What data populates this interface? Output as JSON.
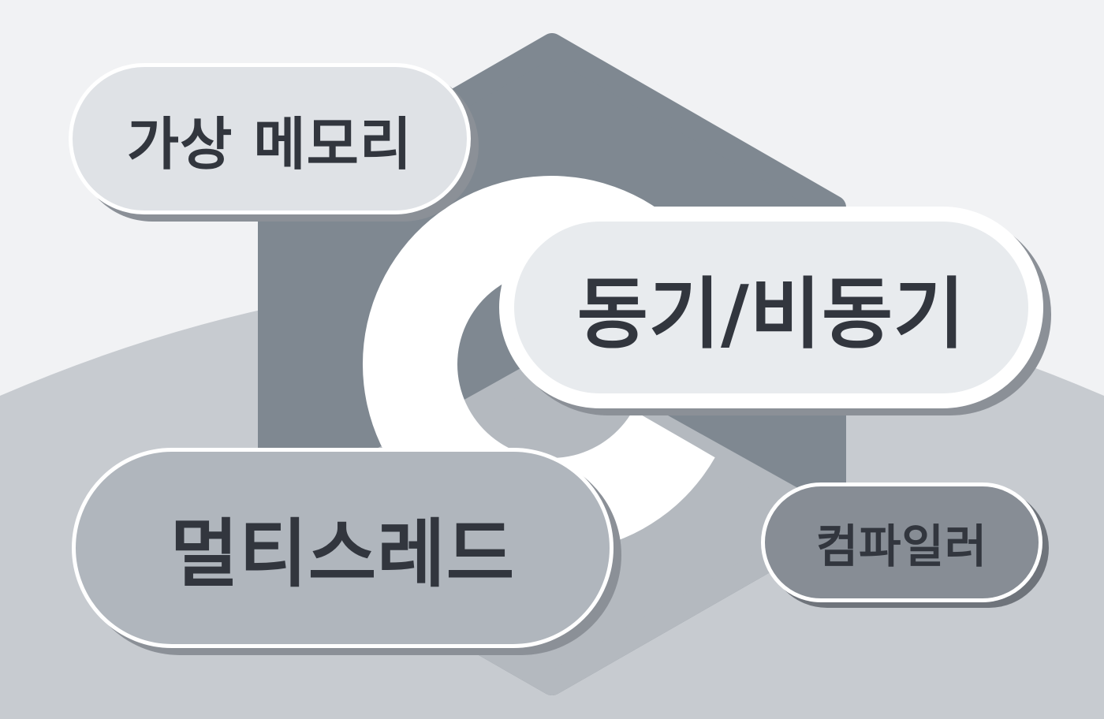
{
  "tags": {
    "virtual_memory": "가상 메모리",
    "sync_async": "동기/비동기",
    "multithreading": "멀티스레드",
    "compiler": "컴파일러"
  },
  "logo": {
    "icon": "gear-hexagon-logo-icon",
    "colors": {
      "hexagon_dark": "#7f8891",
      "hexagon_light": "#b4b9bf",
      "ring": "#ffffff",
      "background_top": "#f1f2f4",
      "background_bottom": "#c7cbd0"
    }
  }
}
